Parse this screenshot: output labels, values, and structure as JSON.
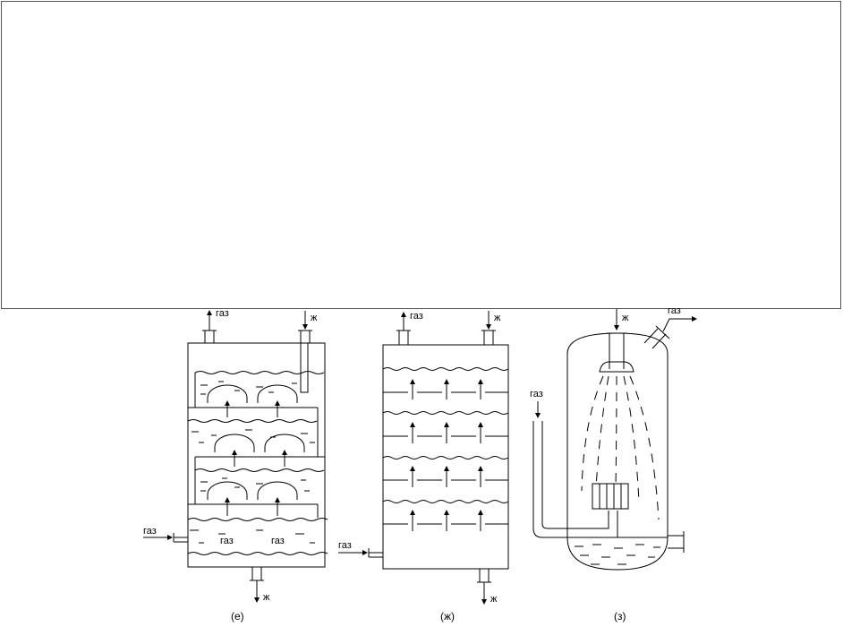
{
  "labels": {
    "gas": "газ",
    "liquid": "ж"
  },
  "captions": {
    "e": "(е)",
    "zh": "(ж)",
    "z": "(з)"
  },
  "colors": {
    "line": "#000000",
    "panel_border": "#555555",
    "background": "#ffffff"
  }
}
